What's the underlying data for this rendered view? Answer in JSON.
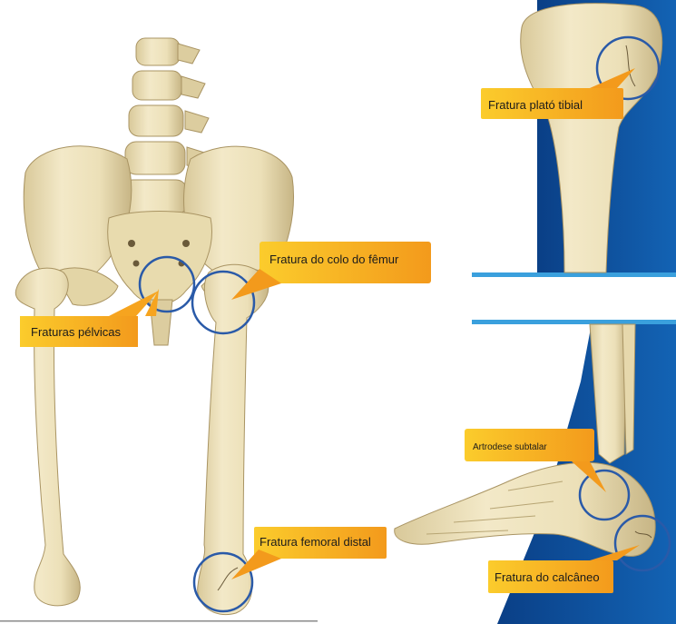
{
  "labels": {
    "pelvic": "Fraturas pélvicas",
    "femoral_neck": "Fratura do colo do fêmur",
    "distal_femur": "Fratura femoral distal",
    "tibial_plateau": "Fratura plató tibial",
    "subtalar": "Artrodese subtalar",
    "calcaneus": "Fratura do calcâneo"
  },
  "colors": {
    "bone": "#ece0b8",
    "bone_shadow": "#c9b88a",
    "bone_outline": "#a99463",
    "blue_panel": "#0d4e9a",
    "blue_stripe": "#3aa0dd",
    "callout_orange": "#f5a21e",
    "callout_yellow": "#fbc92a",
    "ring": "#2a5aa8"
  }
}
